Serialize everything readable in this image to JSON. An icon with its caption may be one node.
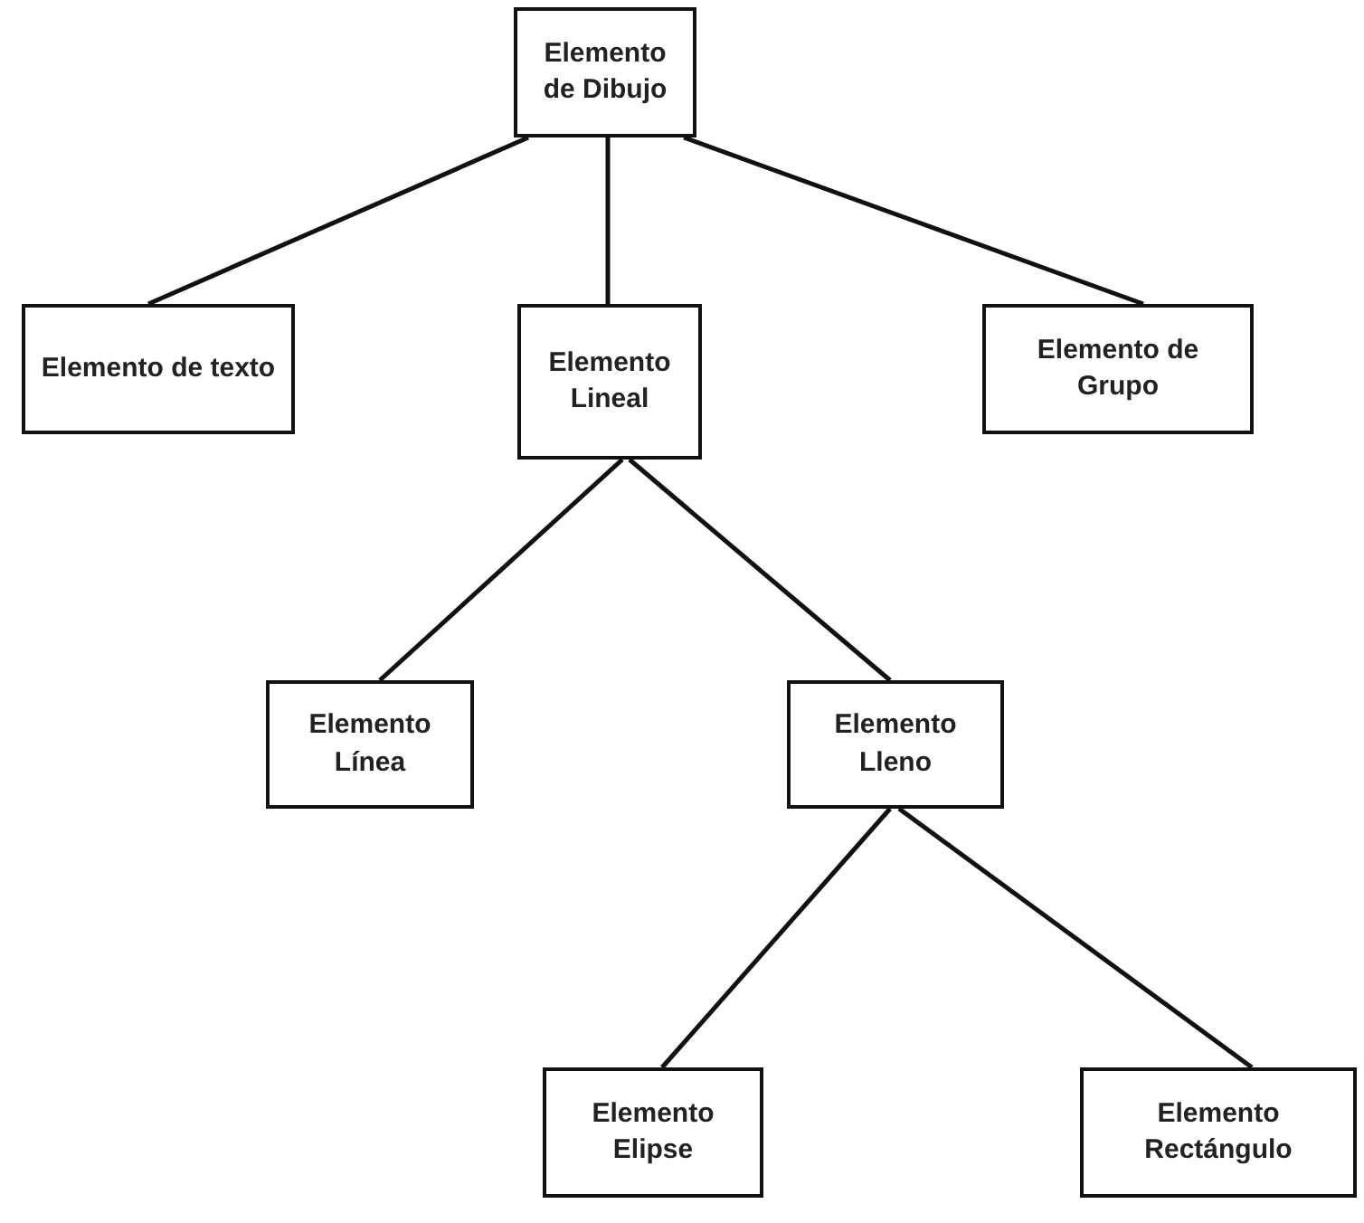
{
  "diagram": {
    "nodes": [
      {
        "text": [
          "Elemento de Dibujo"
        ]
      },
      {
        "text": [
          "Elemento de texto"
        ]
      },
      {
        "text": [
          "Elemento Lineal"
        ]
      },
      {
        "text": [
          "Elemento de Grupo"
        ]
      },
      {
        "text": [
          "Elemento Línea"
        ]
      },
      {
        "text": [
          "Elemento Lleno"
        ]
      },
      {
        "text": [
          "Elemento Elipse"
        ]
      },
      {
        "text": [
          "Elemento Rectángulo"
        ]
      }
    ],
    "edges": [
      {
        "from": 0,
        "to": 1,
        "arrow": "none"
      },
      {
        "from": 0,
        "to": 2,
        "arrow": "none"
      },
      {
        "from": 0,
        "to": 3,
        "arrow": "none"
      },
      {
        "from": 2,
        "to": 4,
        "arrow": "none"
      },
      {
        "from": 2,
        "to": 5,
        "arrow": "none"
      },
      {
        "from": 5,
        "to": 6,
        "arrow": "none"
      },
      {
        "from": 5,
        "to": 7,
        "arrow": "none"
      }
    ]
  }
}
